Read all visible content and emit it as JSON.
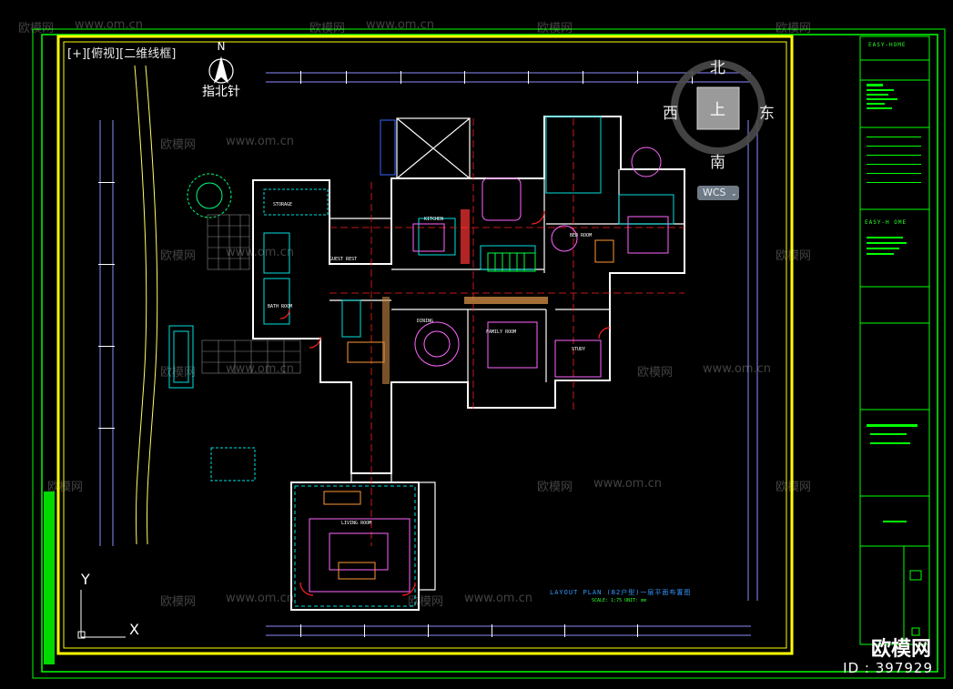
{
  "viewport": {
    "label": "[+][俯视][二维线框]"
  },
  "north_arrow": {
    "letter": "N",
    "caption": "指北针"
  },
  "viewcube": {
    "north": "北",
    "south": "南",
    "east": "东",
    "west": "西",
    "face": "上",
    "wcs_label": "WCS"
  },
  "ucs": {
    "x": "X",
    "y": "Y"
  },
  "title_block": {
    "company_top": "EASY-HOME",
    "company_mid": "EASY-H OME"
  },
  "drawing": {
    "plan_title": "LAYOUT  PLAN (B2户型)一层平面布置图",
    "scale": "SCALE: 1:75   UNIT: mm",
    "rooms": {
      "living": "LIVING ROOM",
      "kitchen": "KITCHEN",
      "dining": "DINING",
      "family": "FAMILY ROOM",
      "bedroom": "BED ROOM",
      "study": "STUDY",
      "bath": "BATH ROOM",
      "guest": "GUEST REST",
      "storage": "STORAGE"
    }
  },
  "watermarks": {
    "site": "www.om.cn",
    "brand": "欧模网",
    "logo": "欧模网",
    "id": "ID : 397929"
  },
  "colors": {
    "background": "#000000",
    "border_green": "#00ff00",
    "frame_yellow": "#ffff00",
    "wall_white": "#ffffff",
    "dim_line": "#8c8cff",
    "furniture_magenta": "#ff55ff",
    "cyan": "#00e0e0",
    "red": "#ff2020"
  }
}
